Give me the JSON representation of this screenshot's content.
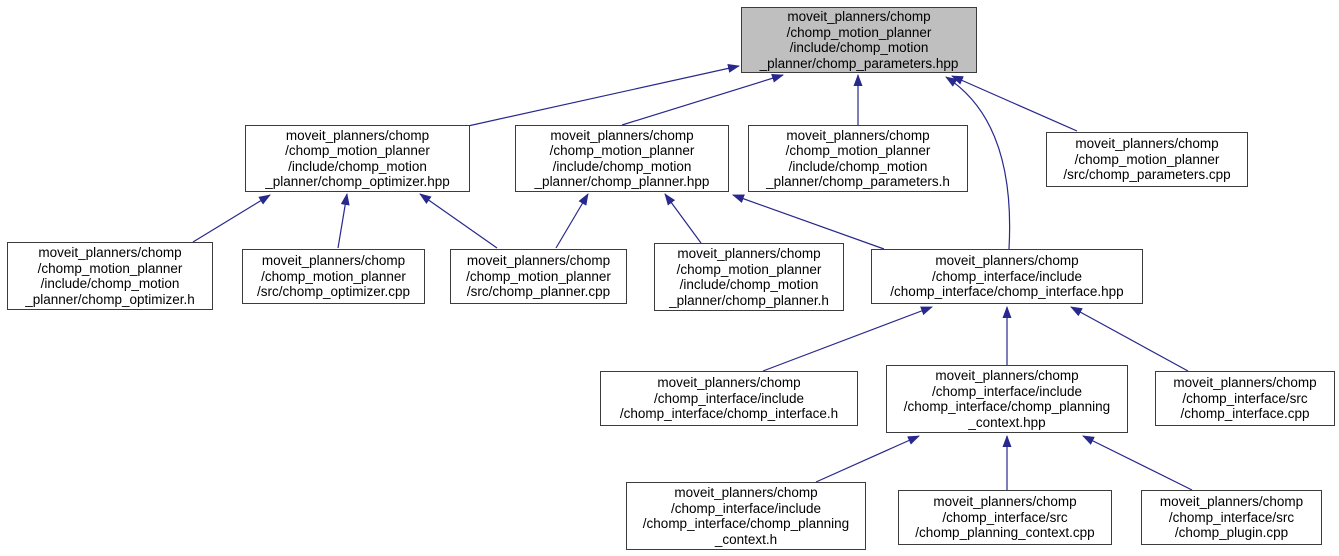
{
  "diagram": {
    "type": "doxygen-include-dependency-graph",
    "root_file": "moveit_planners/chomp/chomp_motion_planner/include/chomp_motion_planner/chomp_parameters.hpp",
    "colors": {
      "background": "#ffffff",
      "edge_color": "#28288d",
      "node_border": "#3c3c3c",
      "node_fill": "#ffffff",
      "highlight_fill": "#bfbfbf",
      "text_color": "#000000"
    }
  },
  "nodes": {
    "chomp_parameters_hpp": {
      "label": "moveit_planners/chomp\n/chomp_motion_planner\n/include/chomp_motion\n_planner/chomp_parameters.hpp",
      "highlighted": true
    },
    "chomp_optimizer_hpp": {
      "label": "moveit_planners/chomp\n/chomp_motion_planner\n/include/chomp_motion\n_planner/chomp_optimizer.hpp",
      "highlighted": false
    },
    "chomp_planner_hpp": {
      "label": "moveit_planners/chomp\n/chomp_motion_planner\n/include/chomp_motion\n_planner/chomp_planner.hpp",
      "highlighted": false
    },
    "chomp_parameters_h": {
      "label": "moveit_planners/chomp\n/chomp_motion_planner\n/include/chomp_motion\n_planner/chomp_parameters.h",
      "highlighted": false
    },
    "chomp_parameters_cpp": {
      "label": "moveit_planners/chomp\n/chomp_motion_planner\n/src/chomp_parameters.cpp",
      "highlighted": false
    },
    "chomp_optimizer_h": {
      "label": "moveit_planners/chomp\n/chomp_motion_planner\n/include/chomp_motion\n_planner/chomp_optimizer.h",
      "highlighted": false
    },
    "chomp_optimizer_cpp": {
      "label": "moveit_planners/chomp\n/chomp_motion_planner\n/src/chomp_optimizer.cpp",
      "highlighted": false
    },
    "chomp_planner_cpp": {
      "label": "moveit_planners/chomp\n/chomp_motion_planner\n/src/chomp_planner.cpp",
      "highlighted": false
    },
    "chomp_planner_h": {
      "label": "moveit_planners/chomp\n/chomp_motion_planner\n/include/chomp_motion\n_planner/chomp_planner.h",
      "highlighted": false
    },
    "chomp_interface_hpp": {
      "label": "moveit_planners/chomp\n/chomp_interface/include\n/chomp_interface/chomp_interface.hpp",
      "highlighted": false
    },
    "chomp_interface_h": {
      "label": "moveit_planners/chomp\n/chomp_interface/include\n/chomp_interface/chomp_interface.h",
      "highlighted": false
    },
    "chomp_planning_context_hpp": {
      "label": "moveit_planners/chomp\n/chomp_interface/include\n/chomp_interface/chomp_planning\n_context.hpp",
      "highlighted": false
    },
    "chomp_interface_cpp": {
      "label": "moveit_planners/chomp\n/chomp_interface/src\n/chomp_interface.cpp",
      "highlighted": false
    },
    "chomp_planning_context_h": {
      "label": "moveit_planners/chomp\n/chomp_interface/include\n/chomp_interface/chomp_planning\n_context.h",
      "highlighted": false
    },
    "chomp_planning_context_cpp": {
      "label": "moveit_planners/chomp\n/chomp_interface/src\n/chomp_planning_context.cpp",
      "highlighted": false
    },
    "chomp_plugin_cpp": {
      "label": "moveit_planners/chomp\n/chomp_interface/src\n/chomp_plugin.cpp",
      "highlighted": false
    }
  },
  "edges": [
    {
      "from": "chomp_optimizer_hpp",
      "to": "chomp_parameters_hpp"
    },
    {
      "from": "chomp_planner_hpp",
      "to": "chomp_parameters_hpp"
    },
    {
      "from": "chomp_parameters_h",
      "to": "chomp_parameters_hpp"
    },
    {
      "from": "chomp_parameters_cpp",
      "to": "chomp_parameters_hpp"
    },
    {
      "from": "chomp_interface_hpp",
      "to": "chomp_parameters_hpp"
    },
    {
      "from": "chomp_optimizer_h",
      "to": "chomp_optimizer_hpp"
    },
    {
      "from": "chomp_optimizer_cpp",
      "to": "chomp_optimizer_hpp"
    },
    {
      "from": "chomp_planner_cpp",
      "to": "chomp_optimizer_hpp"
    },
    {
      "from": "chomp_planner_cpp",
      "to": "chomp_planner_hpp"
    },
    {
      "from": "chomp_planner_h",
      "to": "chomp_planner_hpp"
    },
    {
      "from": "chomp_interface_hpp",
      "to": "chomp_planner_hpp"
    },
    {
      "from": "chomp_interface_h",
      "to": "chomp_interface_hpp"
    },
    {
      "from": "chomp_planning_context_hpp",
      "to": "chomp_interface_hpp"
    },
    {
      "from": "chomp_interface_cpp",
      "to": "chomp_interface_hpp"
    },
    {
      "from": "chomp_planning_context_h",
      "to": "chomp_planning_context_hpp"
    },
    {
      "from": "chomp_planning_context_cpp",
      "to": "chomp_planning_context_hpp"
    },
    {
      "from": "chomp_plugin_cpp",
      "to": "chomp_planning_context_hpp"
    }
  ]
}
